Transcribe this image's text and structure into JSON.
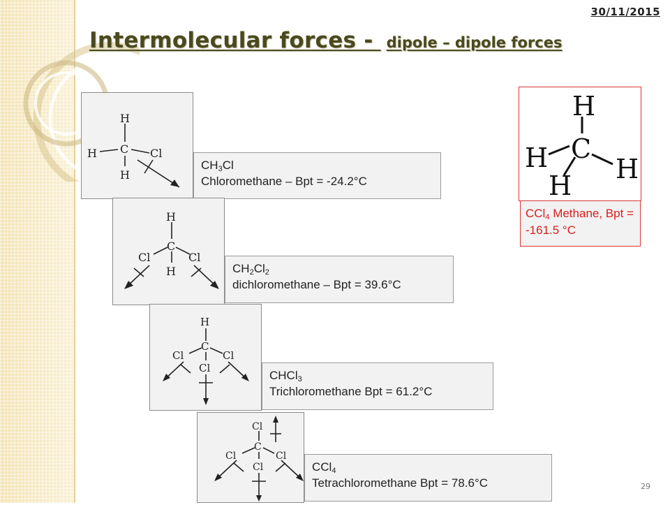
{
  "header": {
    "date": "30/11/2015",
    "title_main": "Intermolecular forces - ",
    "title_sub": "dipole – dipole forces"
  },
  "molecules": [
    {
      "formula_prefix": "CH",
      "formula_sub1": "3",
      "formula_mid": "Cl",
      "formula_sub2": "",
      "formula_suffix": "",
      "name": "Chloromethane – Bpt = -24.2°C"
    },
    {
      "formula_prefix": "CH",
      "formula_sub1": "2",
      "formula_mid": "Cl",
      "formula_sub2": "2",
      "formula_suffix": "",
      "name": "dichloromethane – Bpt = 39.6°C"
    },
    {
      "formula_prefix": "CHCl",
      "formula_sub1": "3",
      "formula_mid": "",
      "formula_sub2": "",
      "formula_suffix": "",
      "name": "Trichloromethane Bpt = 61.2°C"
    },
    {
      "formula_prefix": "CCl",
      "formula_sub1": "4",
      "formula_mid": "",
      "formula_sub2": "",
      "formula_suffix": "",
      "name": "Tetrachloromethane Bpt = 78.6°C"
    }
  ],
  "atoms": {
    "h": "H",
    "c": "C",
    "cl": "Cl"
  },
  "methane": {
    "label_prefix": "CCl",
    "label_sub": "4",
    "label_rest": " Methane, Bpt = -161.5 °C",
    "atom_h": "H",
    "atom_c": "C"
  },
  "footer": {
    "page_number": "29"
  },
  "colors": {
    "title": "#4a4a1e",
    "methane_accent": "#d81e1e",
    "sidebar": "#f7ecc8"
  }
}
